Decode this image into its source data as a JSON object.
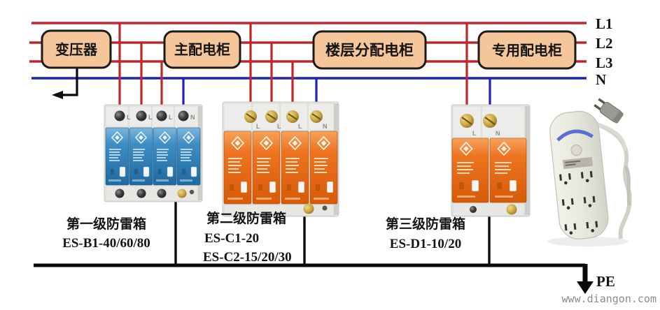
{
  "page": {
    "watermark": "www.diangon.com"
  },
  "bus": {
    "labels": [
      "L1",
      "L2",
      "L3",
      "N"
    ],
    "phase_color": "#c0262c",
    "neutral_color": "#2023b0"
  },
  "cabinets": [
    {
      "label": "变压器"
    },
    {
      "label": "主配电柜"
    },
    {
      "label": "楼层分配电柜"
    },
    {
      "label": "专用配电柜"
    }
  ],
  "spds": [
    {
      "level_title": "第一级防雷箱",
      "models": [
        "ES-B1-40/60/80"
      ],
      "terminals": [
        "L",
        "L",
        "L",
        "N"
      ],
      "body_color": "#2f86be"
    },
    {
      "level_title": "第二级防雷箱",
      "models": [
        "ES-C1-20",
        "ES-C2-15/20/30"
      ],
      "terminals": [
        "L",
        "L",
        "L",
        "N"
      ],
      "body_color": "#ee7420"
    },
    {
      "level_title": "第三级防雷箱",
      "models": [
        "ES-D1-10/20"
      ],
      "terminals": [
        "L",
        "N"
      ],
      "body_color": "#ee7420"
    }
  ],
  "ground": {
    "pe_label": "PE",
    "pe_color": "#0a0a0a"
  }
}
